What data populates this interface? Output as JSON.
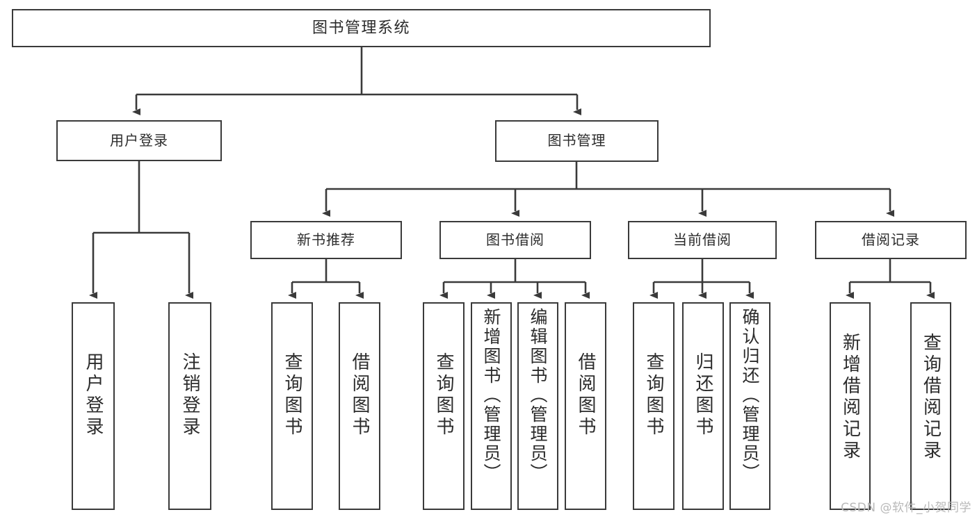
{
  "diagram": {
    "title": "图书管理系统",
    "type": "tree",
    "watermark": "CSDN @软件_小贺同学",
    "root": {
      "label": "图书管理系统"
    },
    "level1": [
      {
        "label": "用户登录"
      },
      {
        "label": "图书管理"
      }
    ],
    "level2": [
      {
        "label": "新书推荐"
      },
      {
        "label": "图书借阅"
      },
      {
        "label": "当前借阅"
      },
      {
        "label": "借阅记录"
      }
    ],
    "leaves": {
      "user_login": [
        {
          "label": "用户登录"
        },
        {
          "label": "注销登录"
        }
      ],
      "new_book": [
        {
          "label": "查询图书"
        },
        {
          "label": "借阅图书"
        }
      ],
      "book_borrow": [
        {
          "label": "查询图书"
        },
        {
          "label": "新增图书（管理员）"
        },
        {
          "label": "编辑图书（管理员）"
        },
        {
          "label": "借阅图书"
        }
      ],
      "current_borrow": [
        {
          "label": "查询图书"
        },
        {
          "label": "归还图书"
        },
        {
          "label": "确认归还（管理员）"
        }
      ],
      "borrow_record": [
        {
          "label": "新增借阅记录"
        },
        {
          "label": "查询借阅记录"
        }
      ]
    },
    "colors": {
      "stroke": "#3a3a3a",
      "fill": "#ffffff",
      "text": "#2b2b2b",
      "watermark": "#b9b9b9"
    }
  }
}
